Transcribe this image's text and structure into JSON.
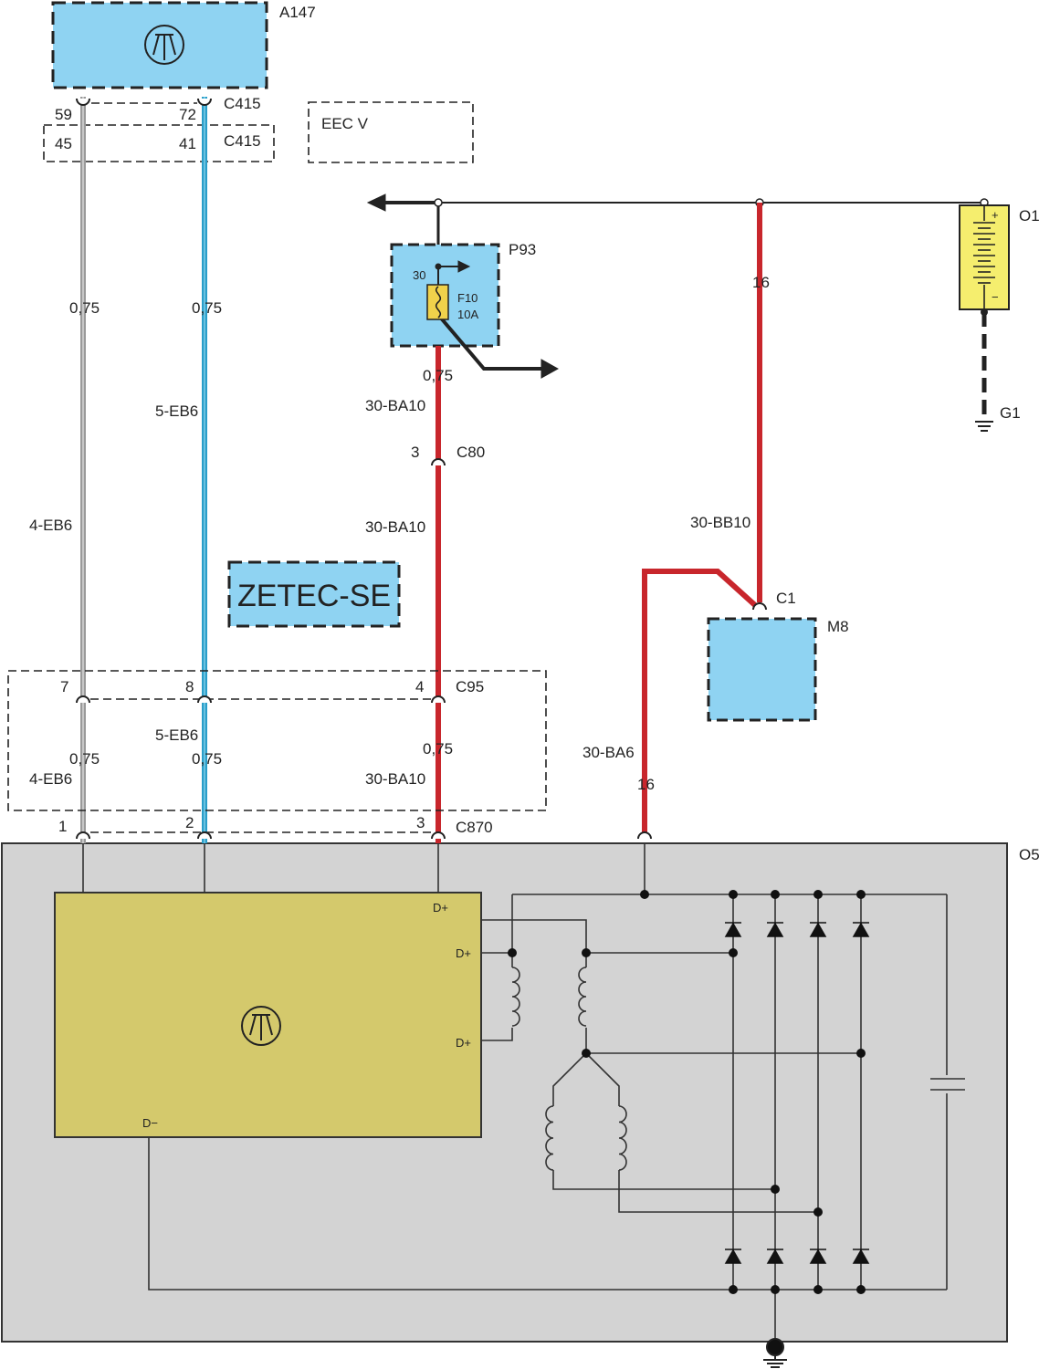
{
  "components": {
    "a147": "A147",
    "eec": "EEC V",
    "p93": "P93",
    "fuse": "F10",
    "fuse_rating": "10A",
    "fuse_pin": "30",
    "battery": "O1",
    "ground": "G1",
    "m8": "M8",
    "alternator": "O5",
    "engine": "ZETEC-SE",
    "bat_plus": "+",
    "bat_minus": "−"
  },
  "connectors": {
    "c415": "C415",
    "c80": "C80",
    "c1": "C1",
    "c95": "C95",
    "c870": "C870"
  },
  "pins": {
    "p59": "59",
    "p72": "72",
    "p45": "45",
    "p41": "41",
    "p3a": "3",
    "p7": "7",
    "p8": "8",
    "p4": "4",
    "p1": "1",
    "p2": "2",
    "p3b": "3"
  },
  "wires": {
    "grey_size": "0,75",
    "grey_code": "4-EB6",
    "blue_size": "0,75",
    "blue_code": "5-EB6",
    "red_size": "0,75",
    "red_code": "30-BA10",
    "bb_size": "16",
    "bb_code": "30-BB10",
    "ba6_size": "16",
    "ba6_code": "30-BA6"
  },
  "regulator": {
    "d_plus": "D+",
    "d_minus": "D−"
  },
  "colors": {
    "module_fill": "#8fd3f2",
    "regulator_fill": "#d4c96c",
    "battery_fill": "#f5ee6e",
    "alternator_fill": "#d3d3d3",
    "wire_red": "#c8262c",
    "wire_blue": "#2a9ec9",
    "wire_grey": "#9a9a9a"
  }
}
